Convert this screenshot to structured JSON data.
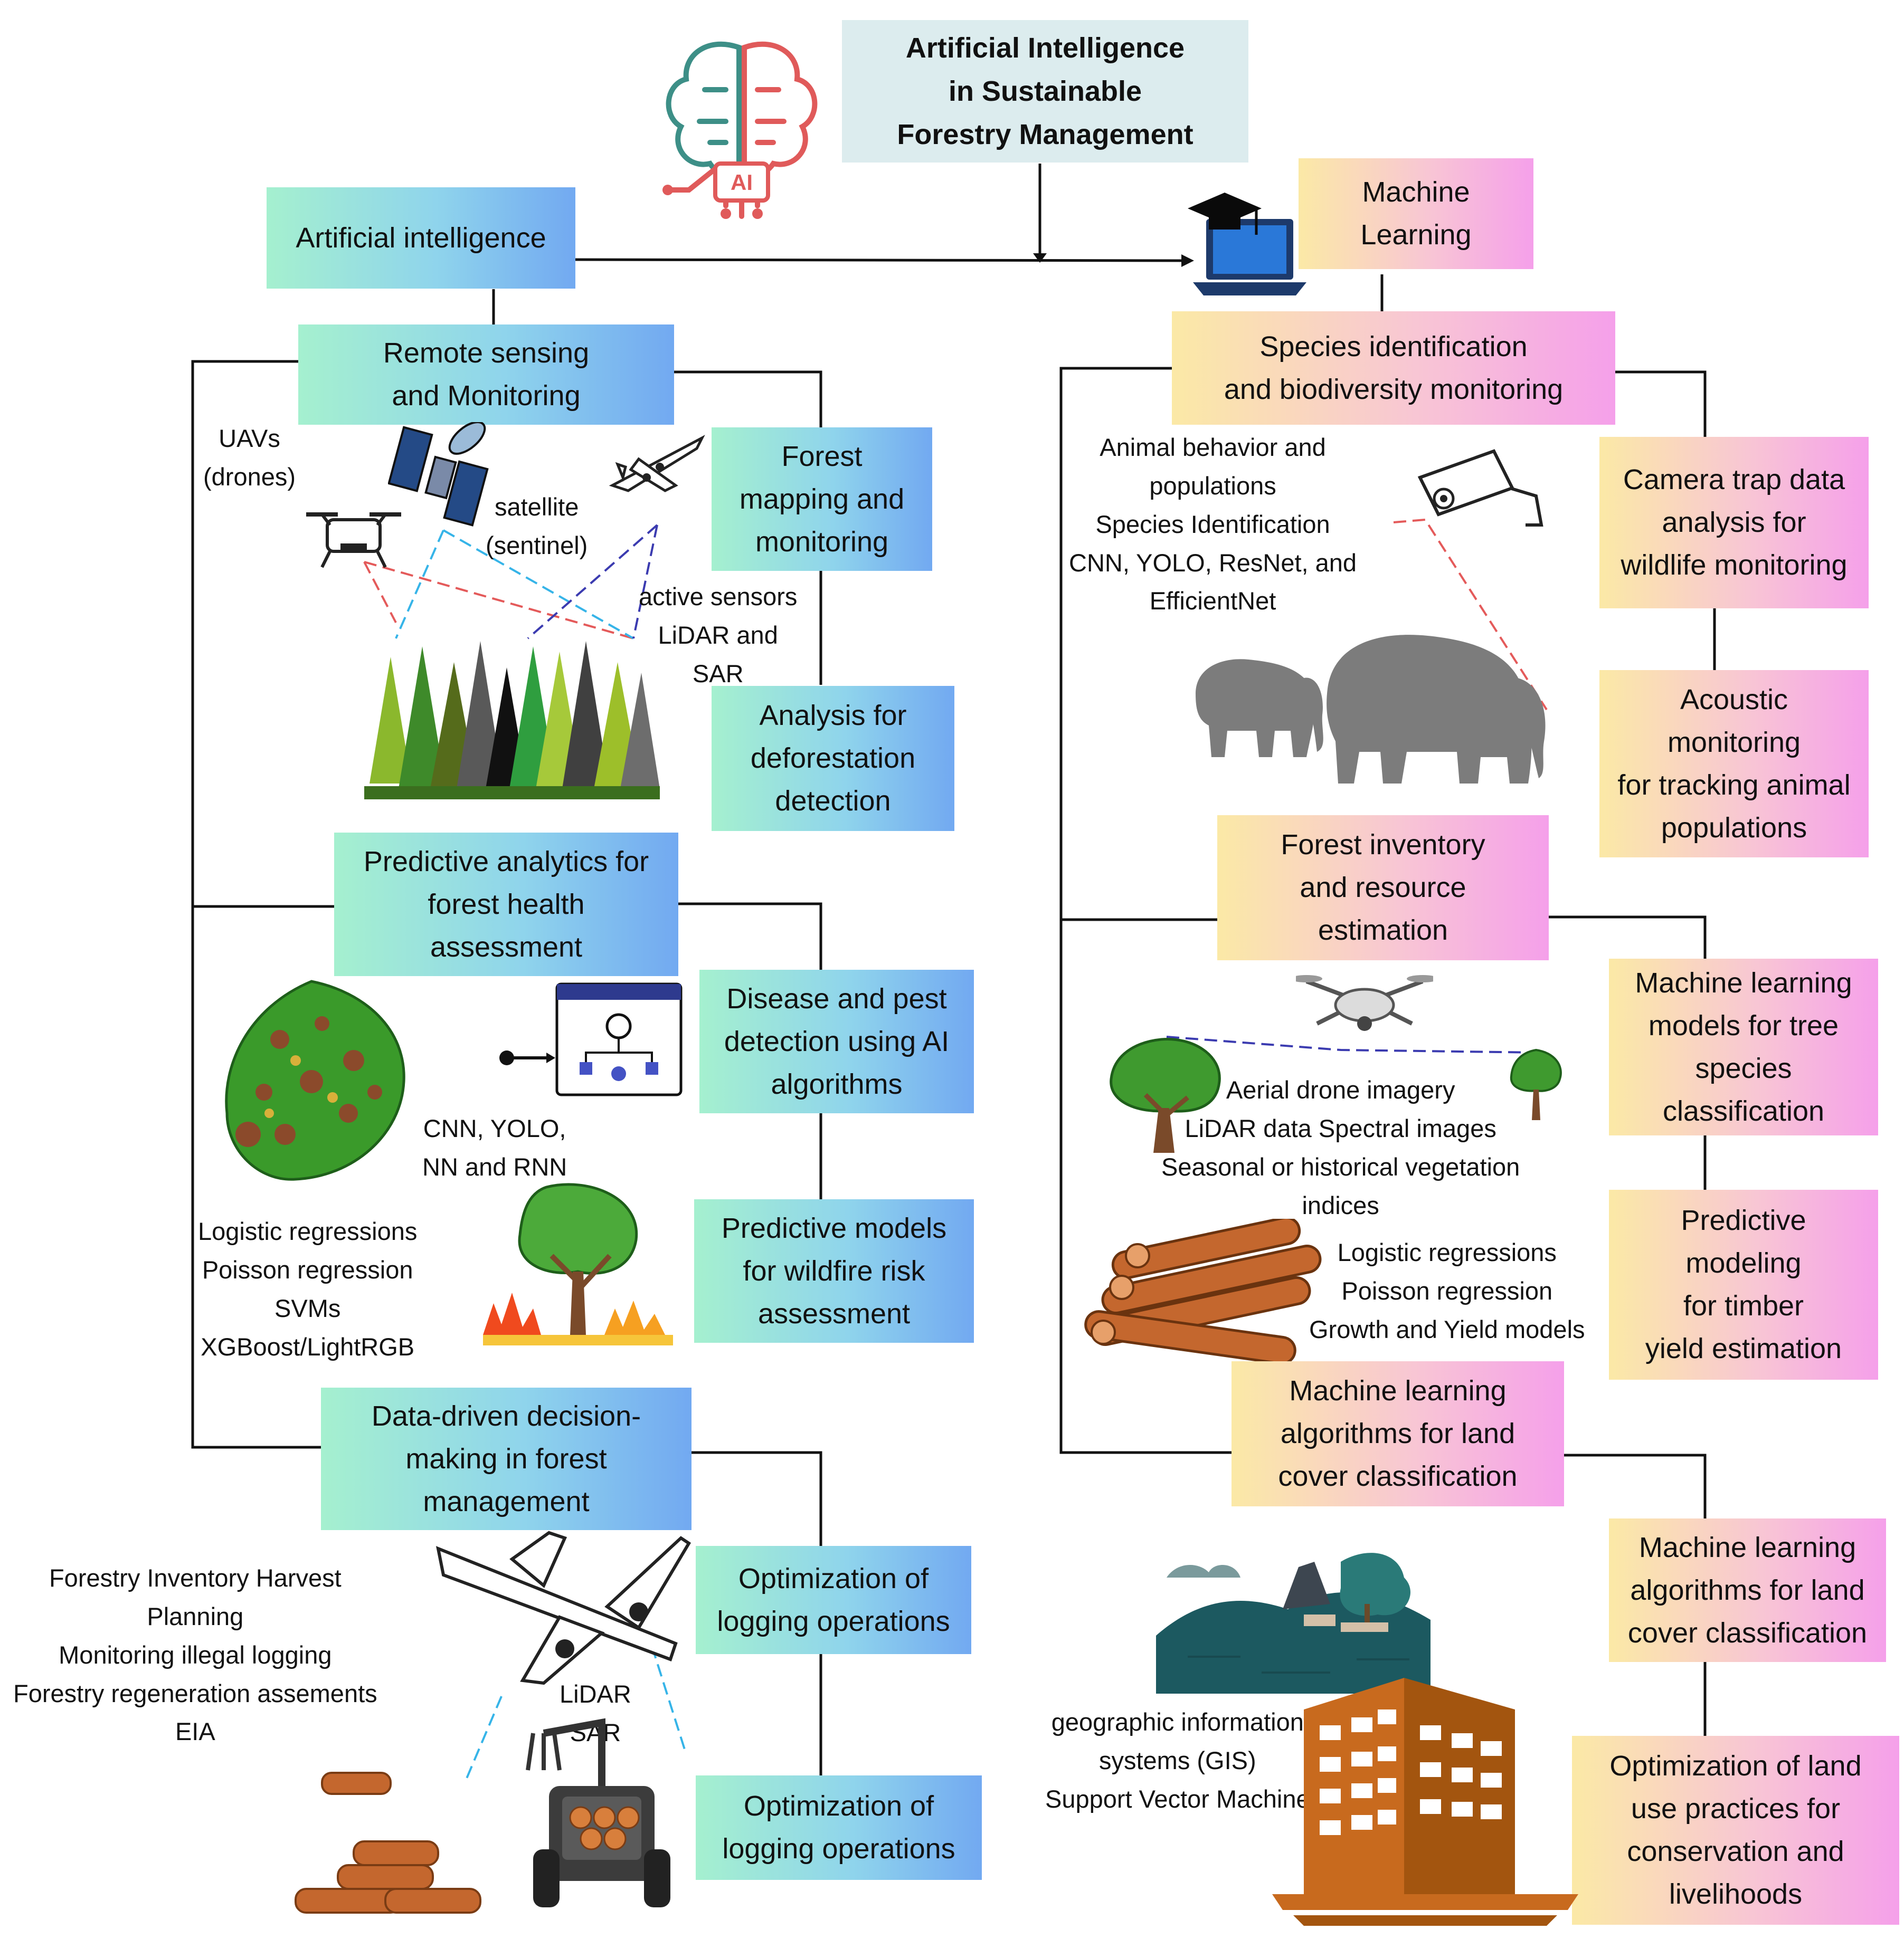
{
  "title": [
    "Artificial Intelligence",
    "in Sustainable",
    "Forestry Management"
  ],
  "left": {
    "root": "Artificial intelligence",
    "remote_sensing": {
      "title": [
        "Remote sensing",
        "and Monitoring"
      ],
      "children": [
        [
          "Forest",
          "mapping and",
          "monitoring"
        ],
        [
          "Analysis for",
          "deforestation",
          "detection"
        ]
      ]
    },
    "predictive": {
      "title": [
        "Predictive analytics for",
        "forest health",
        "assessment"
      ],
      "children": [
        [
          "Disease and pest",
          "detection using AI",
          "algorithms"
        ],
        [
          "Predictive models",
          "for wildfire risk",
          "assessment"
        ]
      ]
    },
    "decision": {
      "title": [
        "Data-driven decision-",
        "making in forest",
        "management"
      ],
      "children": [
        [
          "Optimization of",
          "logging operations"
        ],
        [
          "Optimization of",
          "logging operations"
        ]
      ]
    },
    "labels": {
      "uavs": [
        "UAVs",
        "(drones)"
      ],
      "satellite": [
        "satellite",
        "(sentinel)"
      ],
      "active": [
        "active sensors",
        "LiDAR and",
        "SAR"
      ],
      "cnn": [
        "CNN, YOLO,",
        "NN and RNN"
      ],
      "regressions": [
        "Logistic regressions",
        "Poisson regression",
        "SVMs",
        "XGBoost/LightRGB"
      ],
      "forestry": [
        "Forestry Inventory Harvest",
        "Planning",
        "Monitoring illegal logging",
        "Forestry regeneration assements",
        "EIA"
      ],
      "lidar_sar": [
        "LiDAR",
        "SAR"
      ]
    }
  },
  "right": {
    "root": [
      "Machine",
      "Learning"
    ],
    "species": {
      "title": [
        "Species identification",
        "and biodiversity monitoring"
      ],
      "children": [
        [
          "Camera trap data",
          "analysis for",
          "wildlife monitoring"
        ],
        [
          "Acoustic",
          "monitoring",
          "for tracking animal",
          "populations"
        ]
      ]
    },
    "inventory": {
      "title": [
        "Forest inventory",
        "and resource",
        "estimation"
      ],
      "children": [
        [
          "Machine learning",
          "models for tree",
          "species",
          "classification"
        ],
        [
          "Predictive",
          "modeling",
          "for timber",
          "yield estimation"
        ]
      ]
    },
    "landcover": {
      "title": [
        "Machine learning",
        "algorithms for land",
        "cover classification"
      ],
      "children": [
        [
          "Machine learning",
          "algorithms for land",
          "cover classification"
        ],
        [
          "Optimization of land",
          "use practices for",
          "conservation and",
          "livelihoods"
        ]
      ]
    },
    "labels": {
      "animal": [
        "Animal behavior and",
        "populations",
        "Species Identification",
        "CNN, YOLO, ResNet, and",
        "EfficientNet"
      ],
      "aerial": [
        "Aerial drone imagery",
        "LiDAR data Spectral images",
        "Seasonal or historical vegetation",
        "indices"
      ],
      "growth": [
        "Logistic regressions",
        "Poisson regression",
        "Growth and Yield models"
      ],
      "gis": [
        "geographic information",
        "systems (GIS)",
        "Support Vector Machine"
      ]
    }
  },
  "colors": {
    "ai_start": "#a5f0cf",
    "ai_end": "#72a9f1",
    "ml_start": "#fbe9a6",
    "ml_end": "#f5a0ea",
    "title_bg": "#dcecee"
  },
  "icons": [
    "ai-brain-icon",
    "laptop-graduation-icon",
    "drone-icon",
    "satellite-icon",
    "airplane-icon",
    "forest-icon",
    "diseased-leaf-icon",
    "algorithm-flow-icon",
    "burning-tree-icon",
    "cargo-plane-icon",
    "logs-icon",
    "log-loader-tractor-icon",
    "security-camera-icon",
    "elephants-icon",
    "quadcopter-icon",
    "tree-icon",
    "small-tree-icon",
    "timber-logs-icon",
    "landscape-icon",
    "building-icon"
  ]
}
